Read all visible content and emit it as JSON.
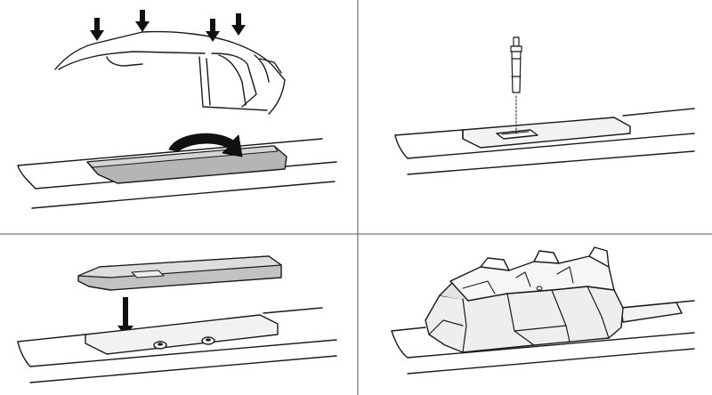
{
  "figure": {
    "panel_count": 4,
    "layout": "2x2 grid",
    "colors": {
      "background": "#ffffff",
      "line": "#1a1a1a",
      "divider": "#555555",
      "cover_fill": "#b5b5b5",
      "cover_top": "#d4d4d4",
      "rail_body": "#f2f2f2",
      "foot_fill": "#eeeeee"
    },
    "panels": [
      {
        "id": "step-1",
        "content": [
          "car-roof",
          "arrow-down-icon",
          "rail-cover",
          "rotate-arrow-icon"
        ]
      },
      {
        "id": "step-2",
        "content": [
          "rail",
          "bolt-icon",
          "mount-slot"
        ]
      },
      {
        "id": "step-3",
        "content": [
          "cover-plate",
          "arrow-down-icon",
          "rail",
          "screw-heads"
        ]
      },
      {
        "id": "step-4",
        "content": [
          "rail",
          "roof-rack-foot"
        ]
      }
    ]
  }
}
